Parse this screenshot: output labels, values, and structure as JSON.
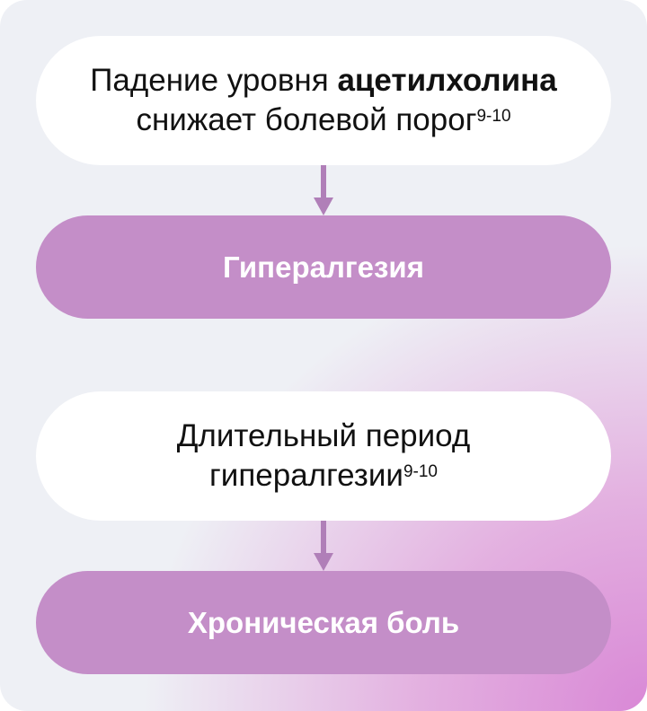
{
  "steps": [
    {
      "text_before": "Падение уровня ",
      "text_bold": "ацетилхолина",
      "text_after": "снижает болевой порог",
      "ref": "9-10"
    },
    {
      "label": "Гипералгезия"
    },
    {
      "line1": "Длительный период",
      "line2": "гипералгезии",
      "ref": "9-10"
    },
    {
      "label": "Хроническая боль"
    }
  ],
  "colors": {
    "accent": "#c48ec8",
    "arrow": "#b07fb8"
  }
}
